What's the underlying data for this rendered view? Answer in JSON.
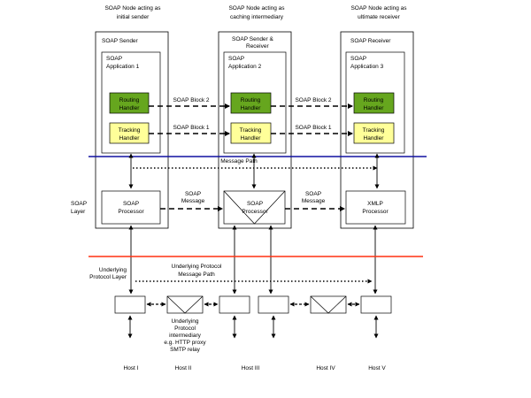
{
  "nodes": [
    {
      "role_line1": "SOAP Node acting as",
      "role_line2": "initial sender",
      "title": "SOAP Sender",
      "app_line1": "SOAP",
      "app_line2": "Application 1",
      "processor_line1": "SOAP",
      "processor_line2": "Processor"
    },
    {
      "role_line1": "SOAP Node acting as",
      "role_line2": "caching intermediary",
      "title_line1": "SOAP Sender &",
      "title_line2": "Receiver",
      "app_line1": "SOAP",
      "app_line2": "Application 2",
      "processor_line1": "SOAP",
      "processor_line2": "Processor"
    },
    {
      "role_line1": "SOAP Node acting as",
      "role_line2": "ultimate receiver",
      "title": "SOAP Receiver",
      "app_line1": "SOAP",
      "app_line2": "Application 3",
      "processor_line1": "XMLP",
      "processor_line2": "Processor"
    }
  ],
  "handlers": {
    "routing_line1": "Routing",
    "routing_line2": "Handler",
    "tracking_line1": "Tracking",
    "tracking_line2": "Handler"
  },
  "blocks": {
    "block2": "SOAP Block 2",
    "block1": "SOAP Block 1"
  },
  "message_path": "Message Path",
  "soap_message_line1": "SOAP",
  "soap_message_line2": "Message",
  "soap_layer_line1": "SOAP",
  "soap_layer_line2": "Layer",
  "underlying_layer_line1": "Underlying",
  "underlying_layer_line2": "Protocol Layer",
  "underlying_path_line1": "Underlying Protocol",
  "underlying_path_line2": "Message Path",
  "intermediary_note": [
    "Underlying",
    "Protocol",
    "intermediary",
    "e.g. HTTP proxy",
    "SMTP relay"
  ],
  "hosts": [
    "Host I",
    "Host II",
    "Host III",
    "Host IV",
    "Host V"
  ],
  "colors": {
    "routing_fill": "#66a61e",
    "tracking_fill": "#ffff99",
    "soap_layer_line": "#1010a0",
    "protocol_layer_line": "#ff3010"
  }
}
